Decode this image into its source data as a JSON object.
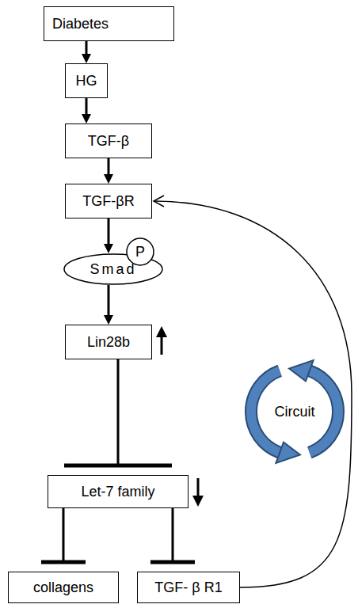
{
  "diagram": {
    "nodes": [
      {
        "text": [
          "Diabetes"
        ]
      },
      {
        "text": [
          "HG"
        ]
      },
      {
        "text": [
          "TGF-β"
        ]
      },
      {
        "text": [
          "TGF-βR"
        ]
      },
      {
        "text": [
          "P"
        ]
      },
      {
        "text": [
          "Smad"
        ]
      },
      {
        "text": [
          "Lin28b"
        ]
      },
      {
        "text": [
          "Let-7 family"
        ]
      },
      {
        "text": [
          "collagens"
        ]
      },
      {
        "text": [
          "TGF- β R1"
        ]
      }
    ],
    "edges": [
      {
        "from": 0,
        "to": 1,
        "arrow": "to"
      },
      {
        "from": 1,
        "to": 2,
        "arrow": "to"
      },
      {
        "from": 2,
        "to": 3,
        "arrow": "to"
      },
      {
        "from": 3,
        "to": 5,
        "arrow": "to"
      },
      {
        "from": 5,
        "to": 6,
        "arrow": "to"
      },
      {
        "from": 6,
        "to": 7,
        "arrow": "to"
      },
      {
        "from": 7,
        "to": 8,
        "arrow": "to"
      },
      {
        "from": 7,
        "to": 9,
        "arrow": "to"
      },
      {
        "from": 9,
        "to": 3,
        "arrow": "to"
      }
    ],
    "labels": [
      "Circuit"
    ]
  }
}
